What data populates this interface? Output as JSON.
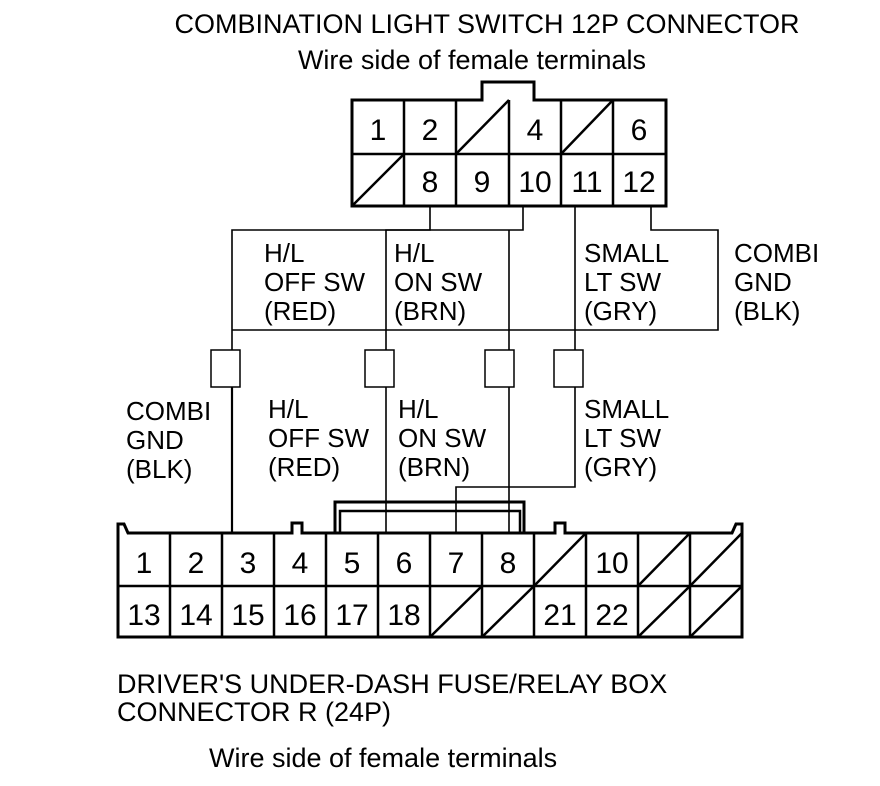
{
  "top_connector": {
    "title": "COMBINATION LIGHT SWITCH 12P CONNECTOR",
    "subtitle": "Wire side of female terminals",
    "top_row": [
      "1",
      "2",
      "",
      "4",
      "",
      "6"
    ],
    "bottom_row": [
      "",
      "8",
      "9",
      "10",
      "11",
      "12"
    ]
  },
  "upper_labels": {
    "hl_off": [
      "H/L",
      "OFF SW",
      "(RED)"
    ],
    "hl_on": [
      "H/L",
      "ON SW",
      "(BRN)"
    ],
    "small": [
      "SMALL",
      "LT SW",
      "(GRY)"
    ],
    "combi": [
      "COMBI",
      "GND",
      "(BLK)"
    ]
  },
  "lower_labels": {
    "combi": [
      "COMBI",
      "GND",
      "(BLK)"
    ],
    "hl_off": [
      "H/L",
      "OFF SW",
      "(RED)"
    ],
    "hl_on": [
      "H/L",
      "ON SW",
      "(BRN)"
    ],
    "small": [
      "SMALL",
      "LT SW",
      "(GRY)"
    ]
  },
  "bottom_connector": {
    "top_row": [
      "1",
      "2",
      "3",
      "4",
      "5",
      "6",
      "7",
      "8",
      "",
      "10",
      "",
      ""
    ],
    "bottom_row": [
      "13",
      "14",
      "15",
      "16",
      "17",
      "18",
      "",
      "",
      "21",
      "22",
      "",
      ""
    ],
    "title_line1": "DRIVER'S UNDER-DASH FUSE/RELAY BOX",
    "title_line2": "CONNECTOR R (24P)",
    "subtitle": "Wire side of female terminals"
  }
}
